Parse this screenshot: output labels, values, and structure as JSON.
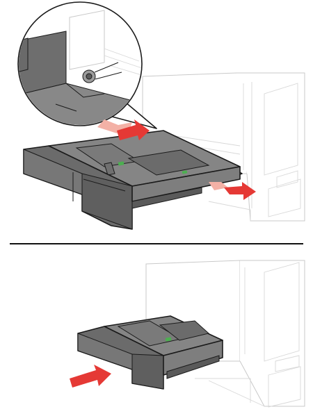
{
  "figure": {
    "step_count": 2,
    "colors": {
      "tray_dark": "#6b6b6b",
      "tray_mid": "#858585",
      "tray_light": "#9a9a9a",
      "tray_inner": "#7a7a7a",
      "printer_outline": "#c9c9c9",
      "arrow_fill": "#e53935",
      "arrow_pale": "#f3b1a6",
      "guide_accent": "#4caf50",
      "divider": "#111111"
    },
    "icons": [
      "zoom-callout-circle",
      "tray-rail-latch",
      "pull-arrow",
      "push-arrow"
    ]
  }
}
